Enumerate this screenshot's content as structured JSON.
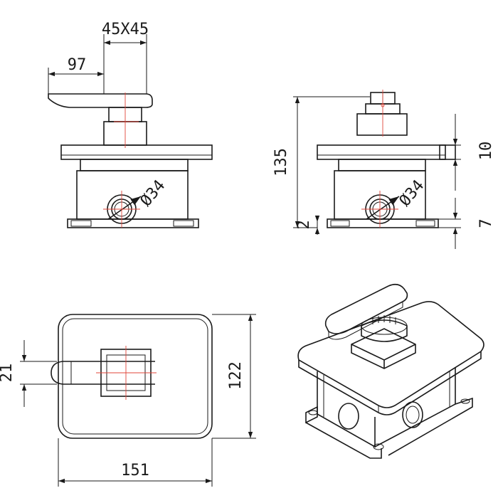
{
  "dimensions": {
    "square_stem": "45X45",
    "lever_length": "97",
    "inlet_diameter_front": "Ø34",
    "inlet_diameter_side": "Ø34",
    "total_height": "135",
    "plate_thickness": "10",
    "base_gap": "2",
    "flange_thickness": "7",
    "handle_width": "21",
    "plate_height": "122",
    "plate_width": "151"
  },
  "colors": {
    "line": "#1a1a1a",
    "centerline": "#e0453a"
  }
}
